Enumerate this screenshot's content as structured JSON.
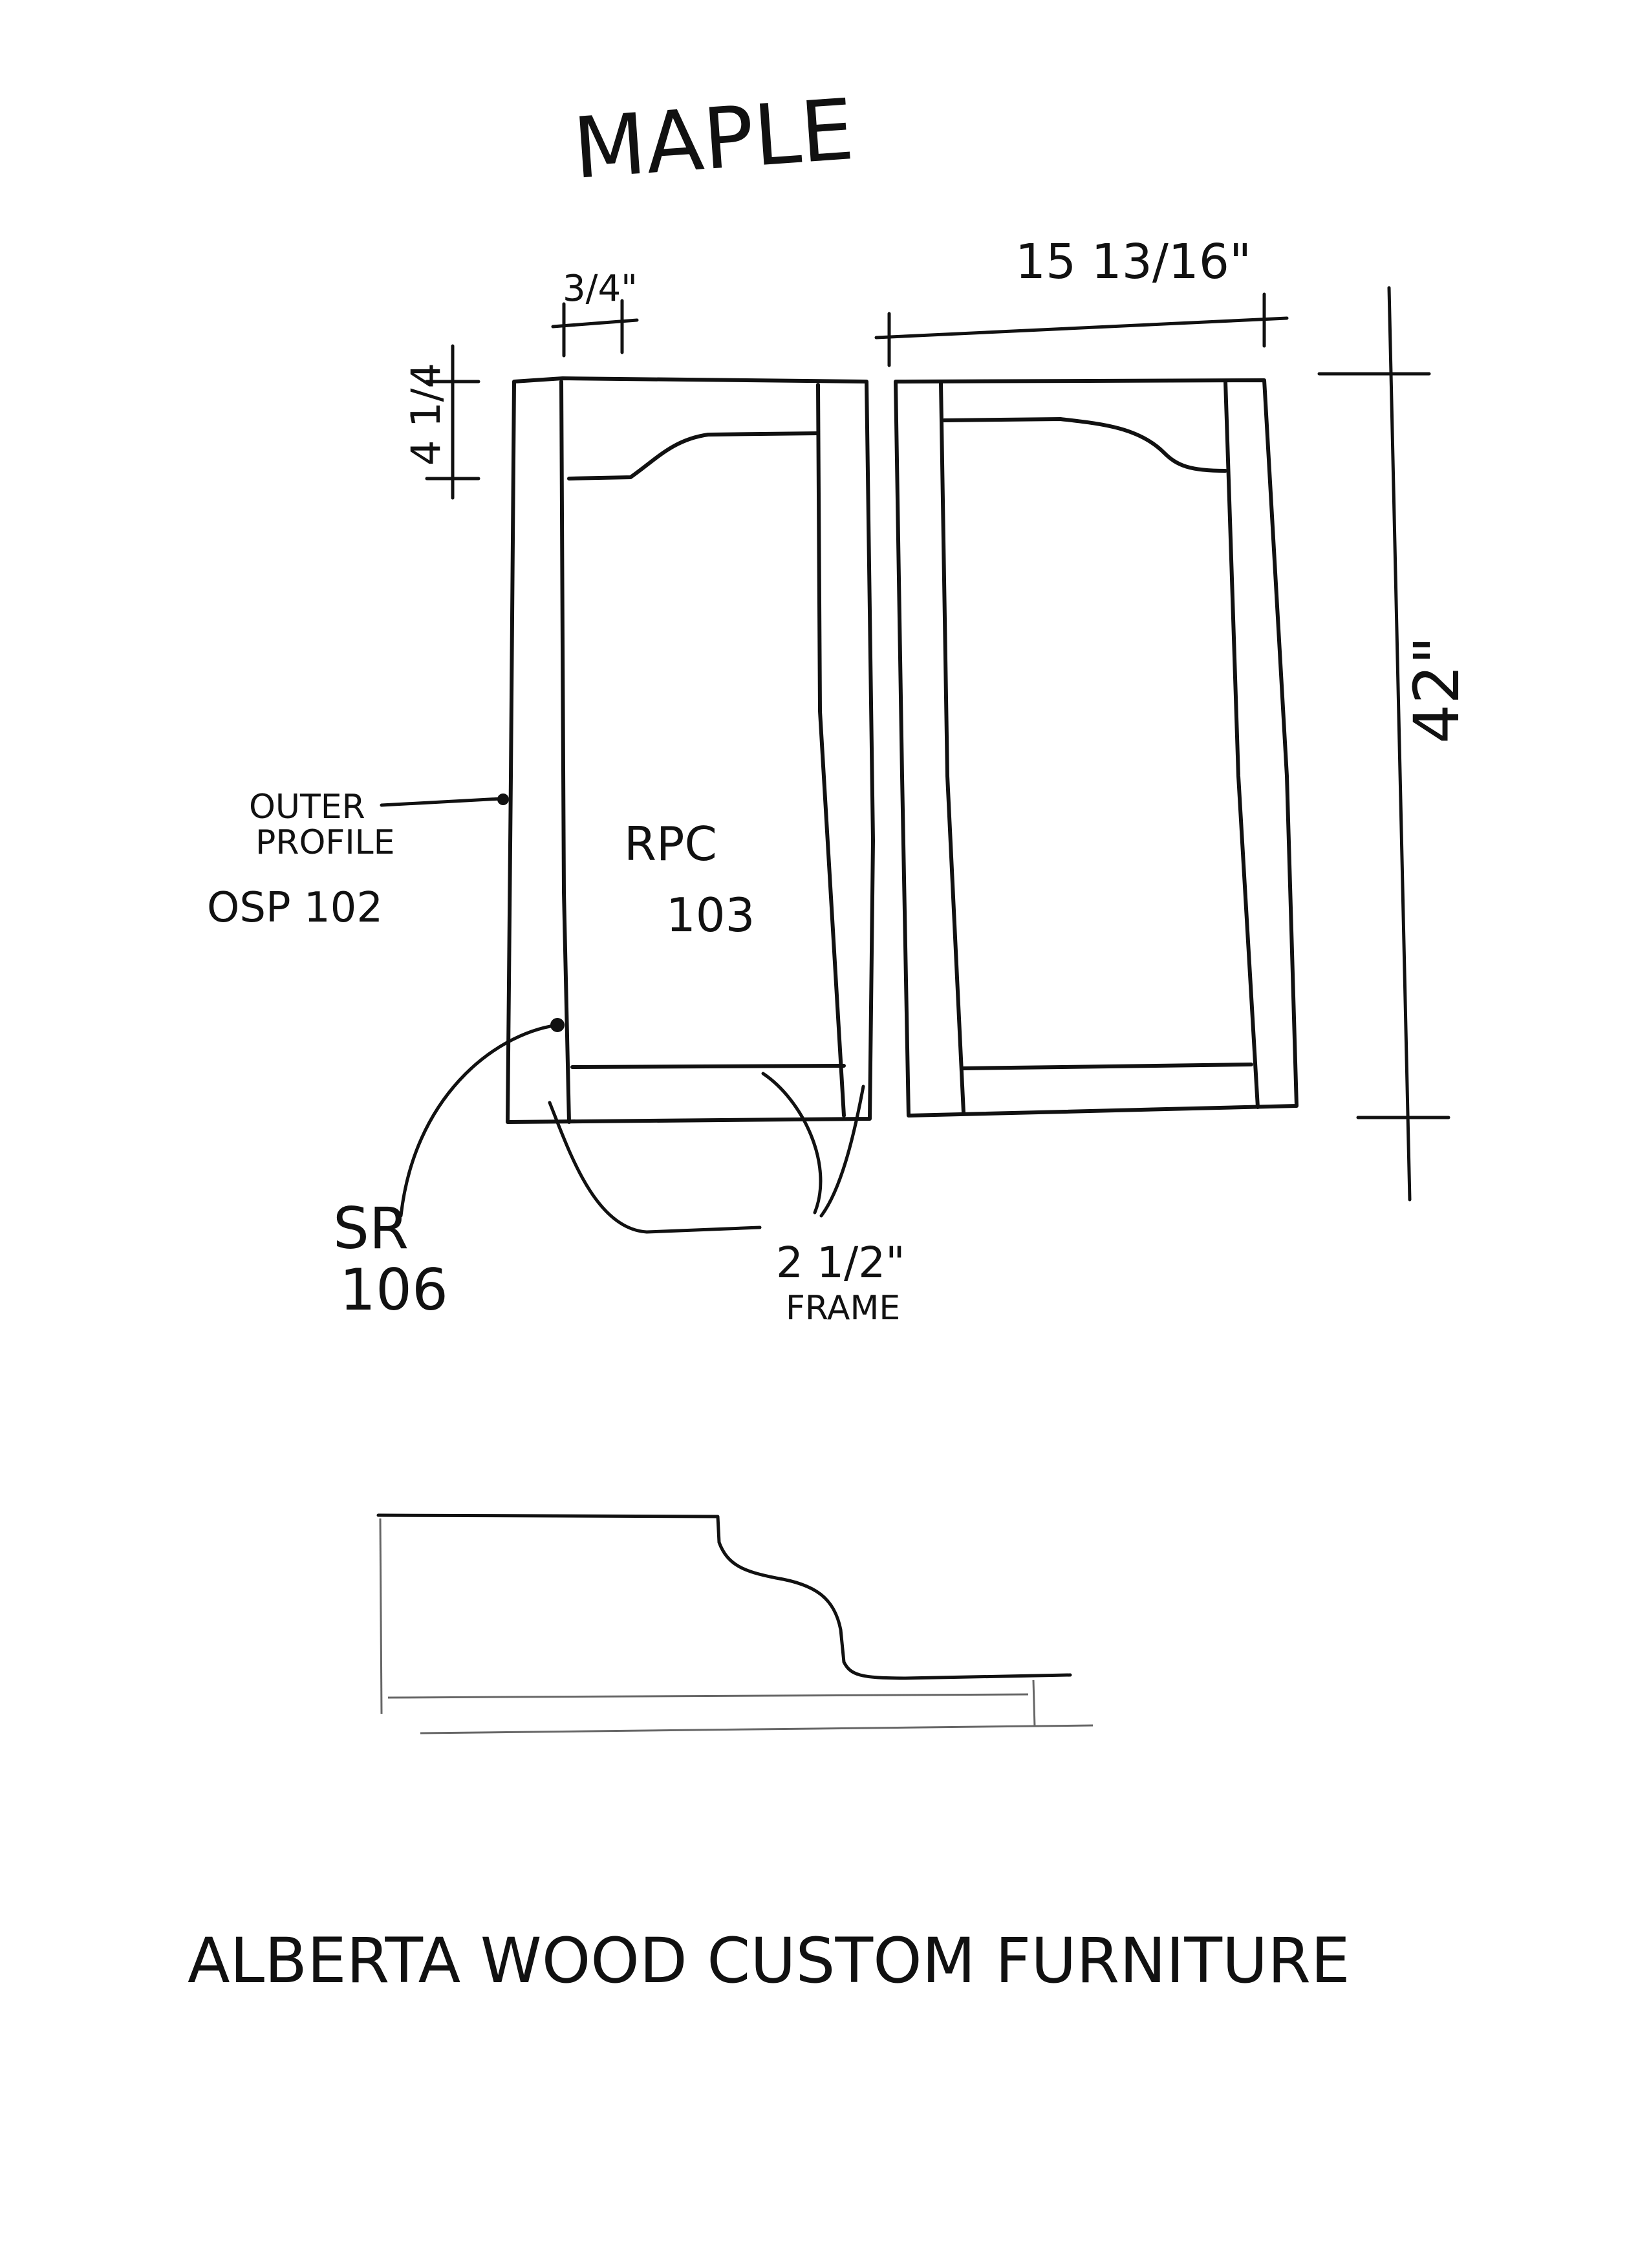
{
  "sheet": {
    "material": "MAPLE",
    "company": "ALBERTA WOOD CUSTOM FURNITURE"
  },
  "dimensions": {
    "stile_width": "3/4\"",
    "top_rail_height": "4 1/4",
    "door_width": "15 13/16\"",
    "door_height": "42\""
  },
  "callouts": {
    "outer_profile_line1": "OUTER",
    "outer_profile_line2": "PROFILE",
    "outer_profile_code": "OSP 102",
    "panel_line1": "RPC",
    "panel_line2": "103",
    "sticking_line1": "SR",
    "sticking_line2": "106",
    "frame_line1": "2 1/2\"",
    "frame_line2": "FRAME"
  },
  "colors": {
    "ink": "#111111",
    "paper": "#ffffff"
  }
}
